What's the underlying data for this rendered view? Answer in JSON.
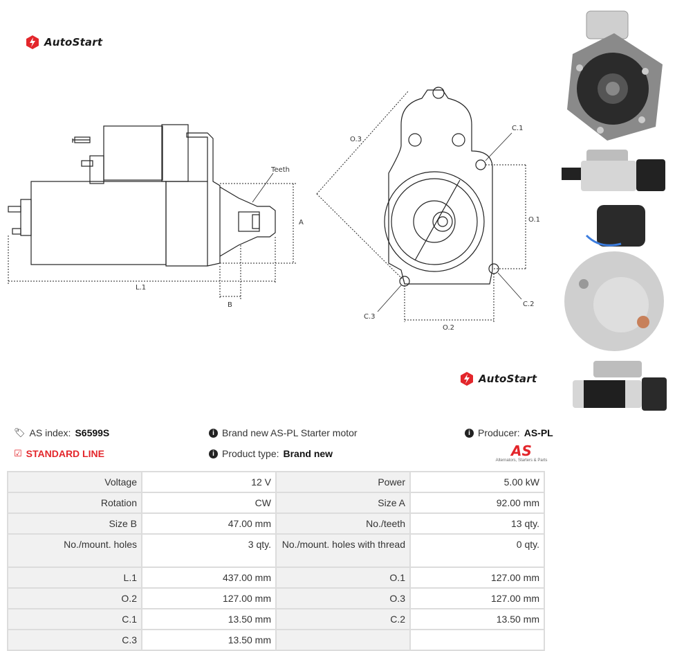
{
  "brand": {
    "name": "AutoStart"
  },
  "drawing": {
    "teeth_label": "Teeth",
    "a_label": "A",
    "b_label": "B",
    "l1_label": "L.1",
    "o1_label": "O.1",
    "o2_label": "O.2",
    "o3_label": "O.3",
    "c1_label": "C.1",
    "c2_label": "C.2",
    "c3_label": "C.3"
  },
  "info": {
    "index_label": "AS index:",
    "index_value": "S6599S",
    "line_label": "STANDARD LINE",
    "description": "Brand new AS-PL Starter motor",
    "product_type_label": "Product type:",
    "product_type_value": "Brand new",
    "producer_label": "Producer:",
    "producer_value": "AS-PL",
    "as_logo_text": "AS",
    "as_logo_tagline": "Alternators, Starters & Parts"
  },
  "specs": [
    [
      "Voltage",
      "12 V",
      "Power",
      "5.00 kW"
    ],
    [
      "Rotation",
      "CW",
      "Size A",
      "92.00 mm"
    ],
    [
      "Size B",
      "47.00 mm",
      "No./teeth",
      "13 qty."
    ],
    [
      "No./mount. holes",
      "3 qty.",
      "No./mount. holes with thread",
      "0 qty."
    ],
    [
      "L.1",
      "437.00 mm",
      "O.1",
      "127.00 mm"
    ],
    [
      "O.2",
      "127.00 mm",
      "O.3",
      "127.00 mm"
    ],
    [
      "C.1",
      "13.50 mm",
      "C.2",
      "13.50 mm"
    ],
    [
      "C.3",
      "13.50 mm",
      "",
      ""
    ]
  ],
  "colors": {
    "accent_red": "#e3262b",
    "table_border": "#dcdcdc",
    "key_bg": "#f1f1f1"
  }
}
